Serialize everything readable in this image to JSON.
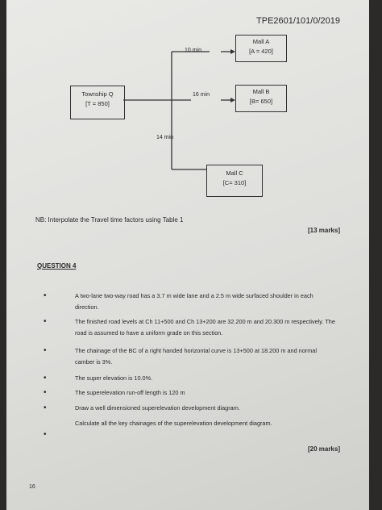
{
  "header": {
    "code": "TPE2601/101/0/2019"
  },
  "diagram": {
    "township": {
      "name": "Township Q",
      "value": "[T = 850]"
    },
    "mall_a": {
      "name": "Mall A",
      "value": "[A = 420]"
    },
    "mall_b": {
      "name": "Mall B",
      "value": "[B= 650]"
    },
    "mall_c": {
      "name": "Mall C",
      "value": "[C= 310]"
    },
    "time_a": "10 min",
    "time_b": "16 min",
    "time_c": "14 min"
  },
  "nb_note": "NB: Interpolate the Travel time factors using Table 1",
  "marks_q3": "[13 marks]",
  "question4": {
    "heading": "QUESTION 4",
    "bullets": [
      "A two-lane two-way road has a 3.7 m wide lane and a 2.5 m wide surfaced shoulder in each direction.",
      "The finished road levels at Ch 11+500 and Ch 13+200 are 32.200 m and 20.300 m respectively. The road is assumed to have a uniform grade on this section.",
      "The chainage of the BC of a right handed horizontal curve is 13+500 at 18.200 m and normal camber is 3%.",
      "The super elevation is 10.0%.",
      "The superelevation run-off length is 120 m",
      "Draw a well dimensioned superelevation development diagram.",
      "Calculate all the key chainages of the superelevation development diagram."
    ],
    "marks": "[20 marks]"
  },
  "page_number": "16"
}
